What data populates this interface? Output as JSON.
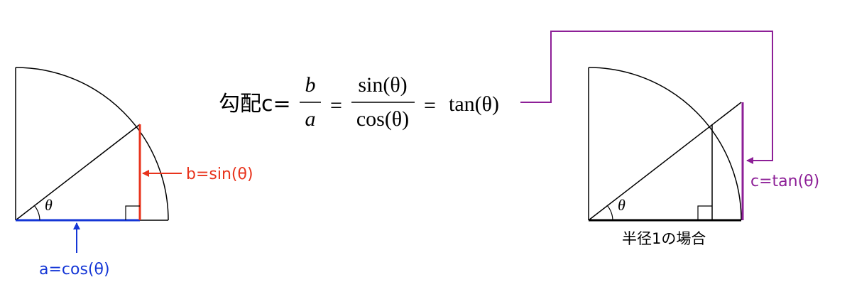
{
  "colors": {
    "line": "#000000",
    "sin": "#e8331c",
    "cos": "#1436d6",
    "tan": "#8d1f97"
  },
  "left": {
    "theta": "θ",
    "sin_label": "b=sin(θ)",
    "cos_label": "a=cos(θ)"
  },
  "right": {
    "theta": "θ",
    "tan_label": "c=tan(θ)",
    "caption": "半径1の場合"
  },
  "formula": {
    "prefix": "勾配c=",
    "frac1_num": "b",
    "frac1_den": "a",
    "eq1": "=",
    "frac2_num": "sin(θ)",
    "frac2_den": "cos(θ)",
    "eq2": "=",
    "result": "tan(θ)"
  }
}
